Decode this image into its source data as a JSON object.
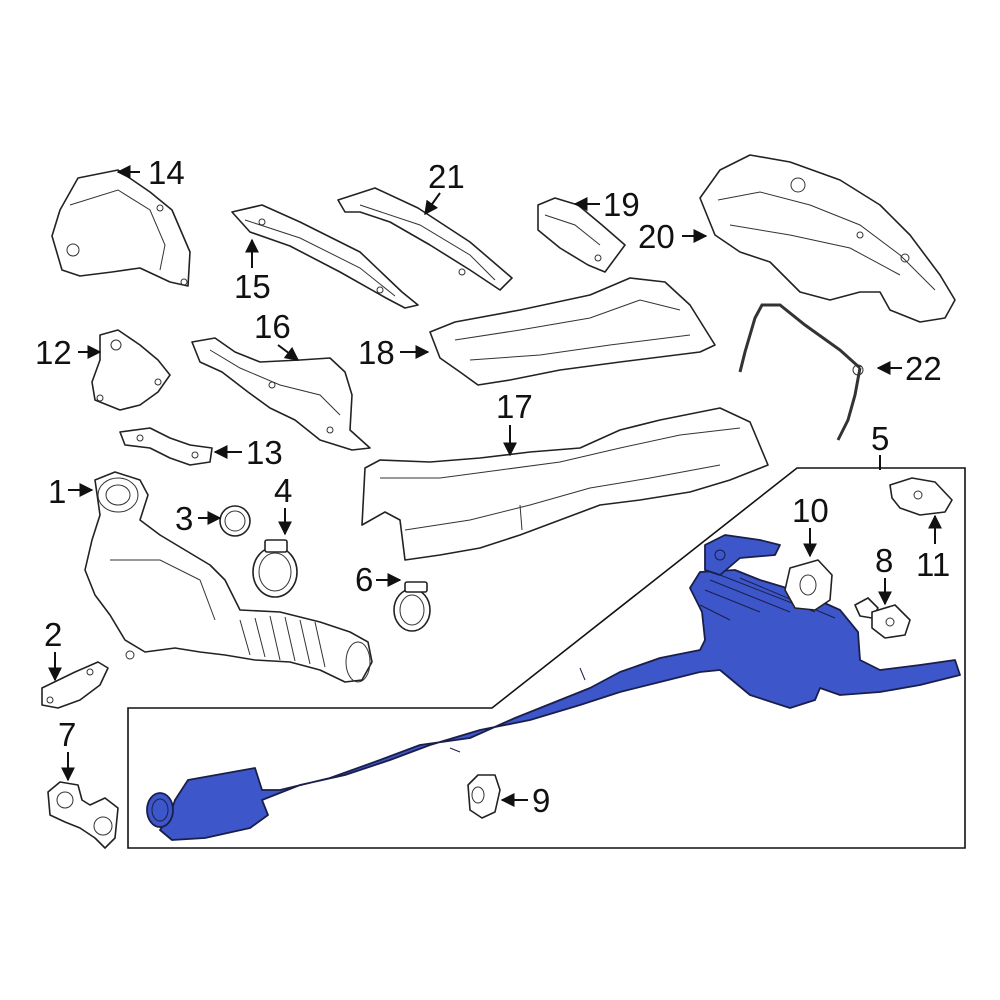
{
  "diagram": {
    "colors": {
      "highlight": "#3d56c9",
      "outline": "#222222",
      "background": "#ffffff"
    },
    "callouts": [
      {
        "id": "c1",
        "label": "1"
      },
      {
        "id": "c2",
        "label": "2"
      },
      {
        "id": "c3",
        "label": "3"
      },
      {
        "id": "c4",
        "label": "4"
      },
      {
        "id": "c5",
        "label": "5"
      },
      {
        "id": "c6",
        "label": "6"
      },
      {
        "id": "c7",
        "label": "7"
      },
      {
        "id": "c8",
        "label": "8"
      },
      {
        "id": "c9",
        "label": "9"
      },
      {
        "id": "c10",
        "label": "10"
      },
      {
        "id": "c11",
        "label": "11"
      },
      {
        "id": "c12",
        "label": "12"
      },
      {
        "id": "c13",
        "label": "13"
      },
      {
        "id": "c14",
        "label": "14"
      },
      {
        "id": "c15",
        "label": "15"
      },
      {
        "id": "c16",
        "label": "16"
      },
      {
        "id": "c17",
        "label": "17"
      },
      {
        "id": "c18",
        "label": "18"
      },
      {
        "id": "c19",
        "label": "19"
      },
      {
        "id": "c20",
        "label": "20"
      },
      {
        "id": "c21",
        "label": "21"
      },
      {
        "id": "c22",
        "label": "22"
      }
    ]
  }
}
